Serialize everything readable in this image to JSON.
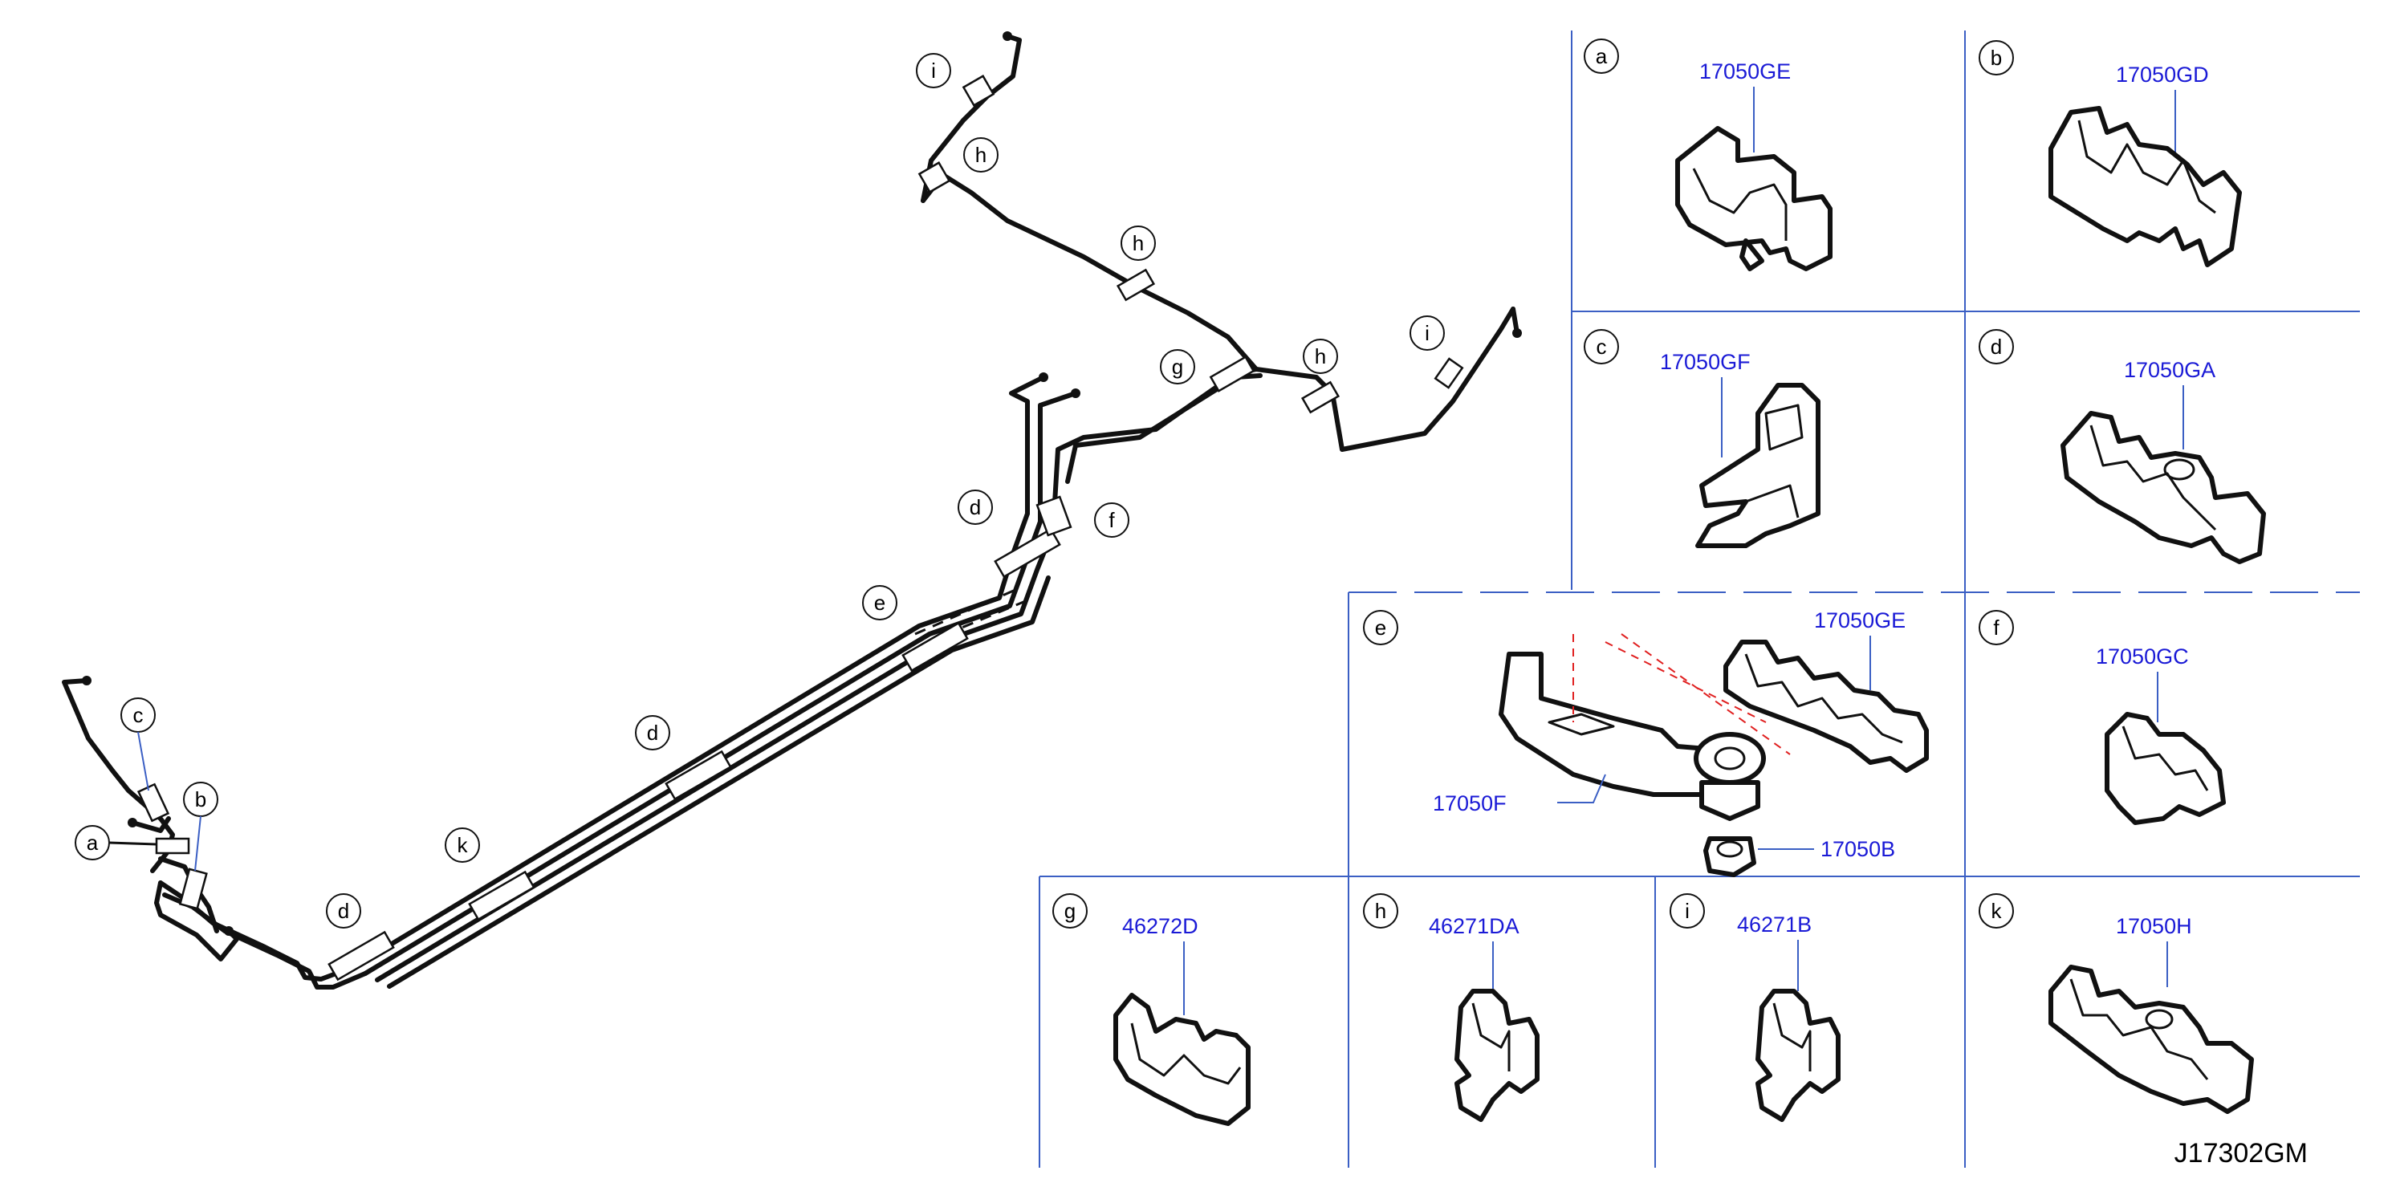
{
  "diagram_code": "J17302GM",
  "callout_letters": [
    "a",
    "b",
    "c",
    "d",
    "e",
    "f",
    "g",
    "h",
    "i",
    "k"
  ],
  "panels": {
    "a": {
      "letter": "a",
      "part_number": "17050GE"
    },
    "b": {
      "letter": "b",
      "part_number": "17050GD"
    },
    "c": {
      "letter": "c",
      "part_number": "17050GF"
    },
    "d": {
      "letter": "d",
      "part_number": "17050GA"
    },
    "e": {
      "letter": "e",
      "part_number": "17050GE",
      "bracket_part": "17050F",
      "grommet_part": "17050B"
    },
    "f": {
      "letter": "f",
      "part_number": "17050GC"
    },
    "g": {
      "letter": "g",
      "part_number": "46272D"
    },
    "h": {
      "letter": "h",
      "part_number": "46271DA"
    },
    "i": {
      "letter": "i",
      "part_number": "46271B"
    },
    "k": {
      "letter": "k",
      "part_number": "17050H"
    }
  },
  "colors": {
    "part_number": "#1a1ad6",
    "grid_line": "#3b5fc4",
    "hidden_line": "#e02020",
    "line_art": "#111111"
  }
}
